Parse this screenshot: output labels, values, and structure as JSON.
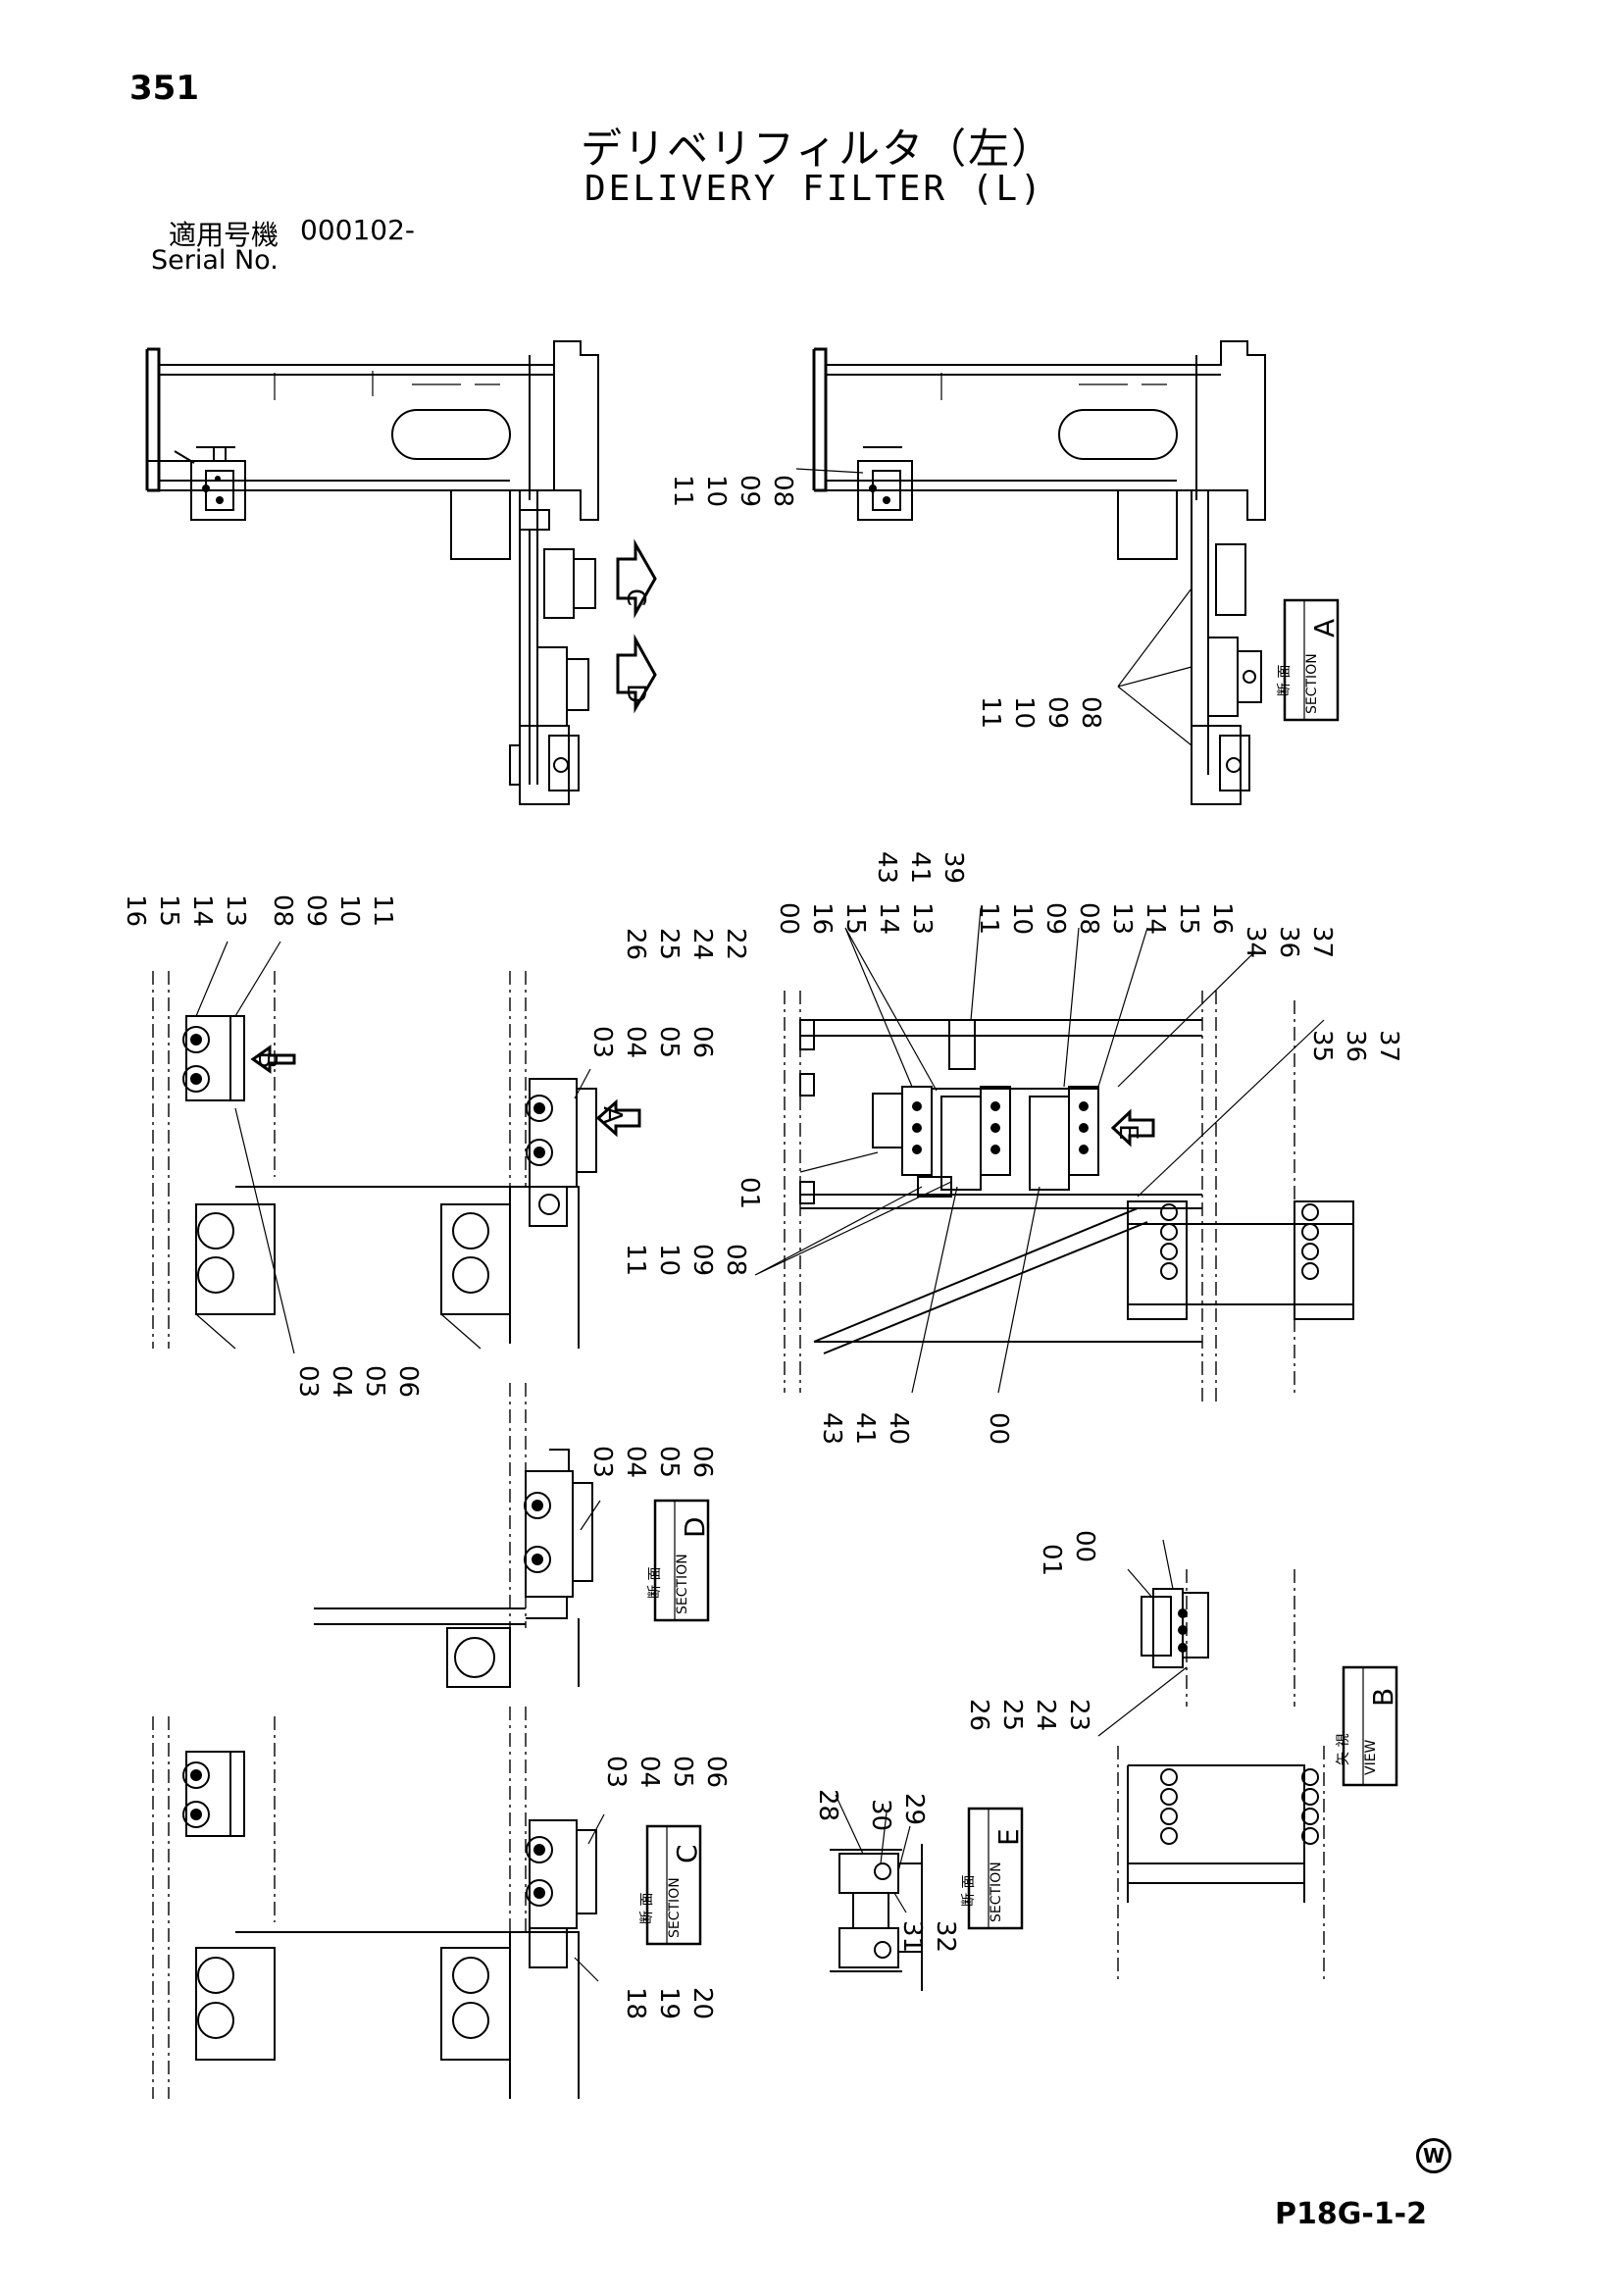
{
  "header": {
    "page_number": "351",
    "title_jp": "デリベリフィルタ（左）",
    "title_en": "DELIVERY FILTER (L)",
    "serial_label_jp": "適用号機",
    "serial_value": "000102-",
    "serial_label_en": "Serial No."
  },
  "footer": {
    "drawing_code": "P18G-1-2",
    "w_mark": "W"
  },
  "sections": {
    "a": {
      "jp": "断 面",
      "en": "SECTION",
      "letter": "A"
    },
    "b": {
      "jp": "矢 視",
      "en": "VIEW",
      "letter": "B"
    },
    "c": {
      "jp": "断 面",
      "en": "SECTION",
      "letter": "C"
    },
    "d": {
      "jp": "断 面",
      "en": "SECTION",
      "letter": "D"
    },
    "e": {
      "jp": "断 面",
      "en": "SECTION",
      "letter": "E"
    }
  },
  "arrows": {
    "c": "C",
    "d": "D",
    "b": "B",
    "a": "A",
    "e": "E"
  },
  "callouts": {
    "top_right_a": [
      "11",
      "10",
      "09",
      "08"
    ],
    "top_right_b": [
      "11",
      "10",
      "09",
      "08"
    ],
    "left_top": [
      "16",
      "15",
      "14",
      "13",
      "08",
      "09",
      "10",
      "11"
    ],
    "left_mid": [
      "03",
      "04",
      "05",
      "06"
    ],
    "left_bottom": [
      "03",
      "04",
      "05",
      "06"
    ],
    "center_top_a": [
      "43",
      "41",
      "39"
    ],
    "center_top_b": [
      "26",
      "25",
      "24",
      "22"
    ],
    "center_top_c": [
      "00",
      "16",
      "15",
      "14",
      "13"
    ],
    "center_top_d": [
      "11",
      "10",
      "09",
      "08"
    ],
    "center_top_e": [
      "13",
      "14",
      "15",
      "16"
    ],
    "center_top_f": [
      "34",
      "36",
      "37"
    ],
    "center_right": [
      "35",
      "36",
      "37"
    ],
    "center_left_01": [
      "01"
    ],
    "center_left_08": [
      "11",
      "10",
      "09",
      "08"
    ],
    "center_bottom_a": [
      "43",
      "41",
      "40"
    ],
    "center_bottom_b": [
      "00"
    ],
    "section_d": [
      "03",
      "04",
      "05",
      "06"
    ],
    "view_b_a": [
      "01",
      "00"
    ],
    "view_b_b": [
      "26",
      "25",
      "24",
      "23"
    ],
    "section_c_a": [
      "03",
      "04",
      "05",
      "06"
    ],
    "section_c_b": [
      "18",
      "19",
      "20"
    ],
    "section_e_a": [
      "28"
    ],
    "section_e_b": [
      "30",
      "29"
    ],
    "section_e_c": [
      "31",
      "32"
    ]
  }
}
